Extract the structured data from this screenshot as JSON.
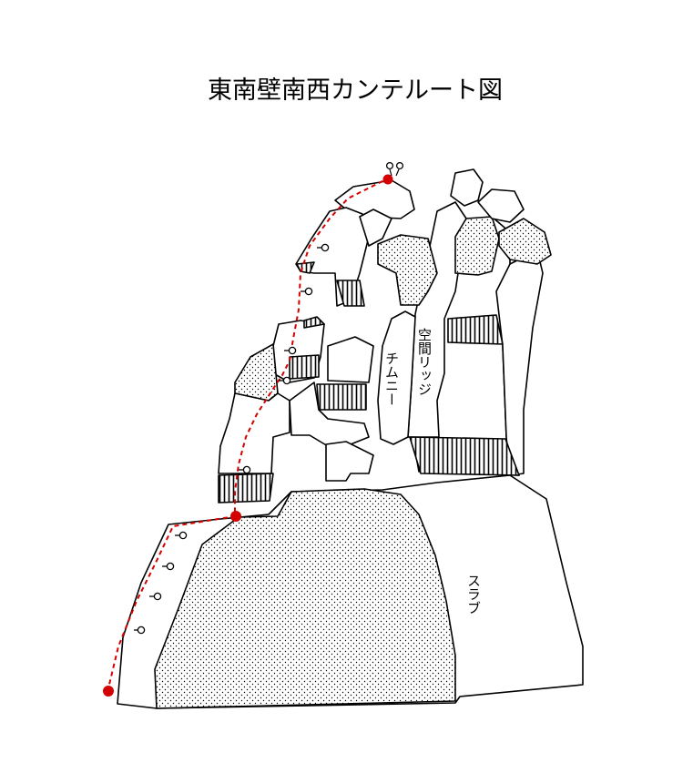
{
  "title": "東南壁南西カンテルート図",
  "labels": {
    "slab": "スラブ",
    "chimney": "チムニー",
    "ridge": "空間リッジ"
  },
  "colors": {
    "route": "#d40000",
    "ink": "#000000",
    "background": "#ffffff"
  },
  "icons": {
    "belay": "red-dot-icon",
    "bolt": "ring-bolt-icon",
    "anchor": "double-ring-anchor-icon"
  }
}
